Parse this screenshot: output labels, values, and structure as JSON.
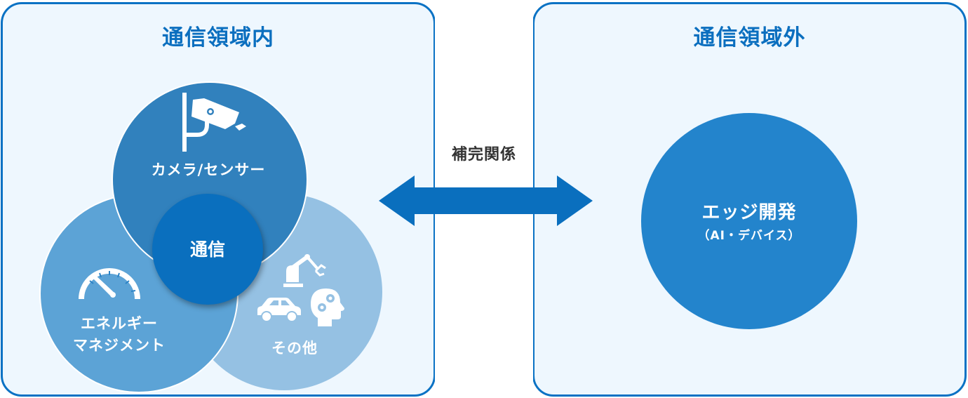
{
  "panels": {
    "inside": {
      "title": "通信領域内"
    },
    "outside": {
      "title": "通信領域外"
    }
  },
  "venn": {
    "top": {
      "label": "カメラ/センサー",
      "icon": "security-camera-icon"
    },
    "left": {
      "label_line1": "エネルギー",
      "label_line2": "マネジメント",
      "icon": "speedometer-icon"
    },
    "right": {
      "label": "その他",
      "icons": [
        "robot-arm-icon",
        "car-icon",
        "head-gears-icon"
      ]
    },
    "center": {
      "label": "通信"
    }
  },
  "relation": {
    "label": "補完関係",
    "icon": "double-arrow-icon"
  },
  "edge": {
    "label": "エッジ開発",
    "sublabel": "（AI・デバイス）"
  },
  "colors": {
    "border": "#0a72c4",
    "panel_bg": "#eef7fe",
    "top_circle": "#3181bd",
    "left_circle": "#5ca3d6",
    "right_circle": "#95c1e3",
    "center_circle": "#0a6fbe",
    "edge_circle": "#2384cc"
  }
}
